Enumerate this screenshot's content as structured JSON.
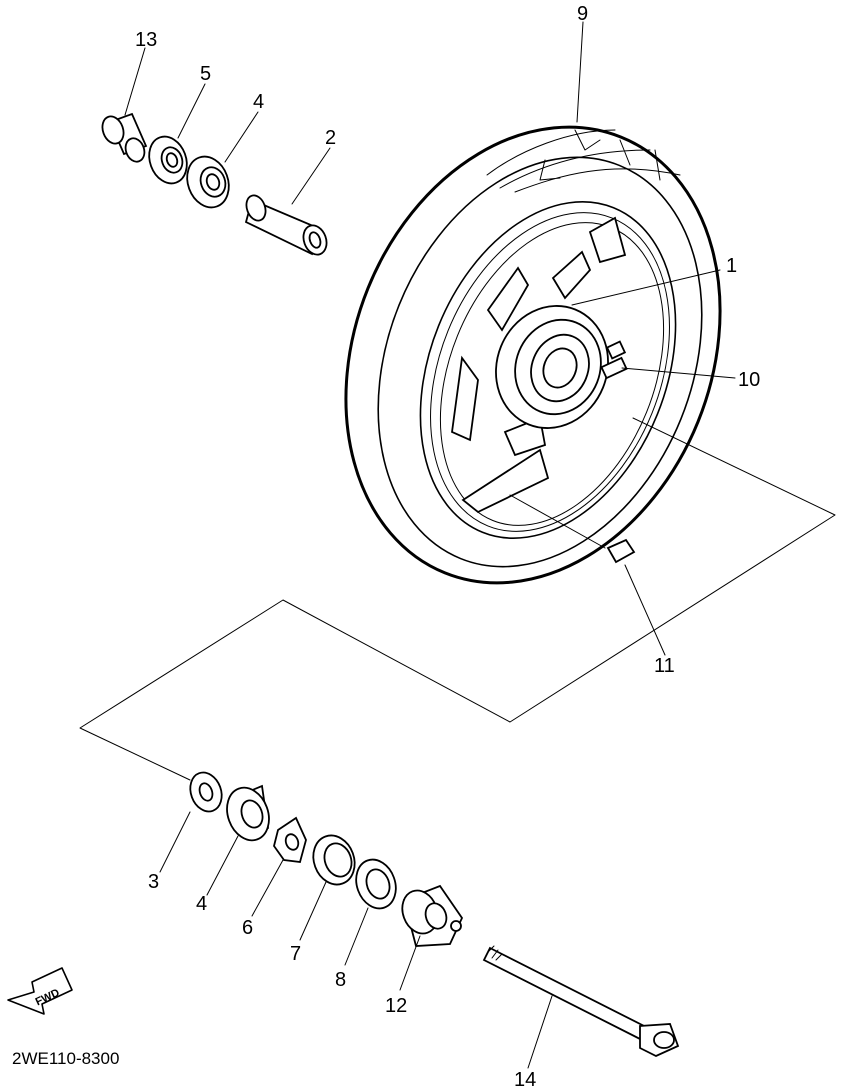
{
  "diagram": {
    "drawing_code": "2WE110-8300",
    "fwd_label": "FWD",
    "callouts": [
      {
        "id": "c1",
        "label": "1"
      },
      {
        "id": "c2",
        "label": "2"
      },
      {
        "id": "c3",
        "label": "3"
      },
      {
        "id": "c4a",
        "label": "4"
      },
      {
        "id": "c4b",
        "label": "4"
      },
      {
        "id": "c5",
        "label": "5"
      },
      {
        "id": "c6",
        "label": "6"
      },
      {
        "id": "c7",
        "label": "7"
      },
      {
        "id": "c8",
        "label": "8"
      },
      {
        "id": "c9",
        "label": "9"
      },
      {
        "id": "c10",
        "label": "10"
      },
      {
        "id": "c11",
        "label": "11"
      },
      {
        "id": "c12",
        "label": "12"
      },
      {
        "id": "c13",
        "label": "13"
      },
      {
        "id": "c14",
        "label": "14"
      }
    ]
  }
}
